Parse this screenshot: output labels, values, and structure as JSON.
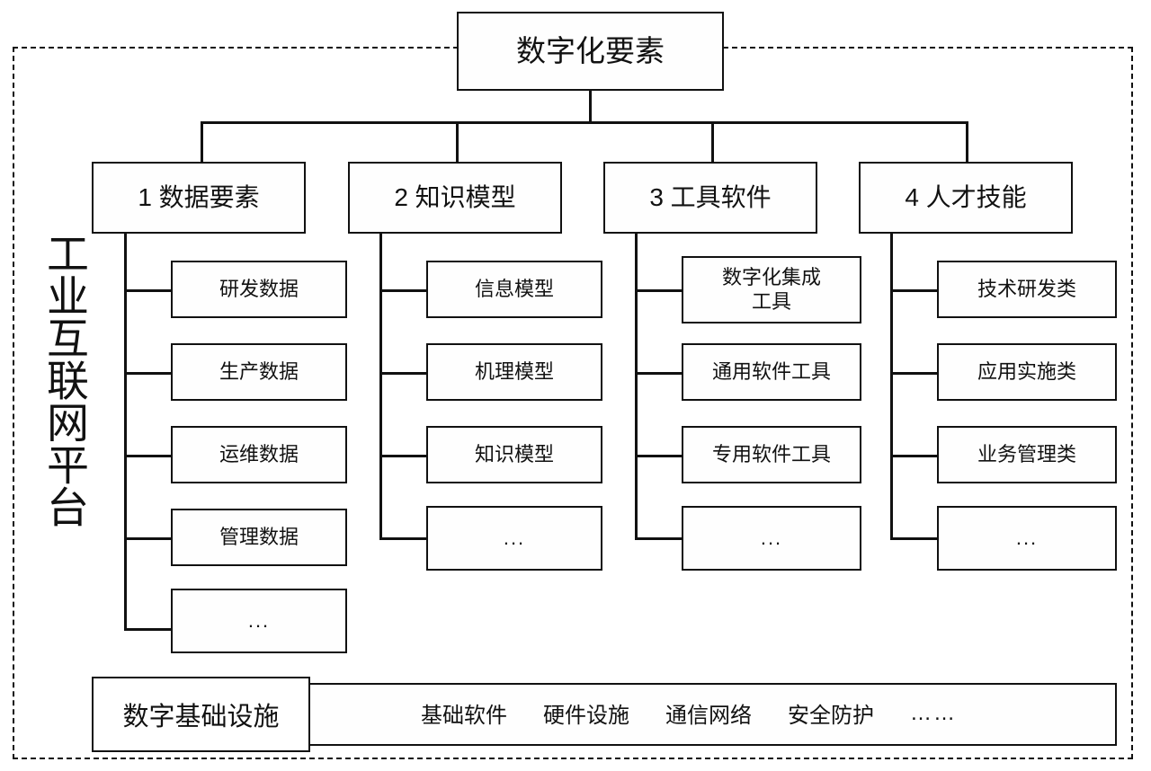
{
  "diagram": {
    "frame_label": "工业互联网平台",
    "root": {
      "label": "数字化要素"
    },
    "columns": [
      {
        "title": "1 数据要素",
        "children": [
          {
            "label": "研发数据"
          },
          {
            "label": "生产数据"
          },
          {
            "label": "运维数据"
          },
          {
            "label": "管理数据"
          },
          {
            "label": "..."
          }
        ]
      },
      {
        "title": "2 知识模型",
        "children": [
          {
            "label": "信息模型"
          },
          {
            "label": "机理模型"
          },
          {
            "label": "知识模型"
          },
          {
            "label": "..."
          }
        ]
      },
      {
        "title": "3 工具软件",
        "children": [
          {
            "label": "数字化集成\n工具"
          },
          {
            "label": "通用软件工具"
          },
          {
            "label": "专用软件工具"
          },
          {
            "label": "..."
          }
        ]
      },
      {
        "title": "4 人才技能",
        "children": [
          {
            "label": "技术研发类"
          },
          {
            "label": "应用实施类"
          },
          {
            "label": "业务管理类"
          },
          {
            "label": "..."
          }
        ]
      }
    ],
    "infrastructure": {
      "label": "数字基础设施",
      "items": [
        {
          "label": "基础软件"
        },
        {
          "label": "硬件设施"
        },
        {
          "label": "通信网络"
        },
        {
          "label": "安全防护"
        },
        {
          "label": "……"
        }
      ]
    },
    "colors": {
      "stroke": "#111111",
      "background": "#ffffff",
      "box_fill": "#fefefe"
    }
  }
}
